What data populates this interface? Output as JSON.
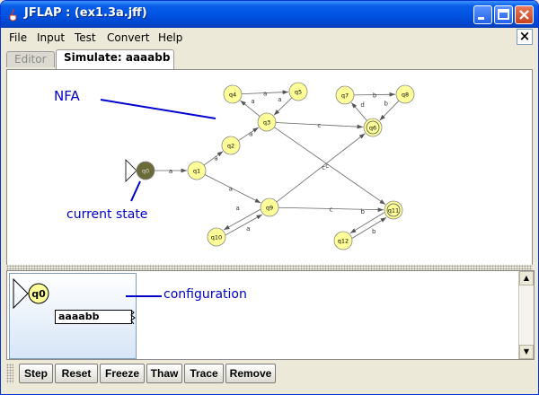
{
  "window": {
    "title": "JFLAP : (ex1.3a.jff)"
  },
  "menu": [
    "File",
    "Input",
    "Test",
    "Convert",
    "Help"
  ],
  "menu_close_label": "×",
  "tabs": [
    {
      "label": "Editor",
      "active": false
    },
    {
      "label": "Simulate: aaaabb",
      "active": true
    }
  ],
  "annotations": {
    "nfa": "NFA",
    "current_state": "current state",
    "configuration": "configuration"
  },
  "automaton": {
    "states": [
      "q0",
      "q1",
      "q2",
      "q3",
      "q4",
      "q5",
      "q6",
      "q7",
      "q8",
      "q9",
      "q10",
      "q11",
      "q12"
    ],
    "current_state": "q0",
    "accepting_states": [
      "q6",
      "q11"
    ],
    "transition_symbols": {
      "q0-q1": "a",
      "q1-q2": "a",
      "q1-q9": "a",
      "q2-q3": "a",
      "q3-q4": "a",
      "q4-q5": "a",
      "q5-q3": "a",
      "q3-q6": "c",
      "q7-q8": "b",
      "q8-q6": "b",
      "q6-q7": "d",
      "q3-q11": "c",
      "q9-q11": "c",
      "q9-q10": "a",
      "q10-q9": "a",
      "q9-q6": "c",
      "q11-q12": "b",
      "q12-q11": "b"
    }
  },
  "configuration": {
    "state": "q0",
    "tape": "aaaabb"
  },
  "buttons": [
    "Step",
    "Reset",
    "Freeze",
    "Thaw",
    "Trace",
    "Remove"
  ],
  "colors": {
    "state_fill": "#ffff99",
    "current_state_fill": "#6b6b3a",
    "annotation": "#0000cc",
    "titlebar": "#0054e3"
  }
}
